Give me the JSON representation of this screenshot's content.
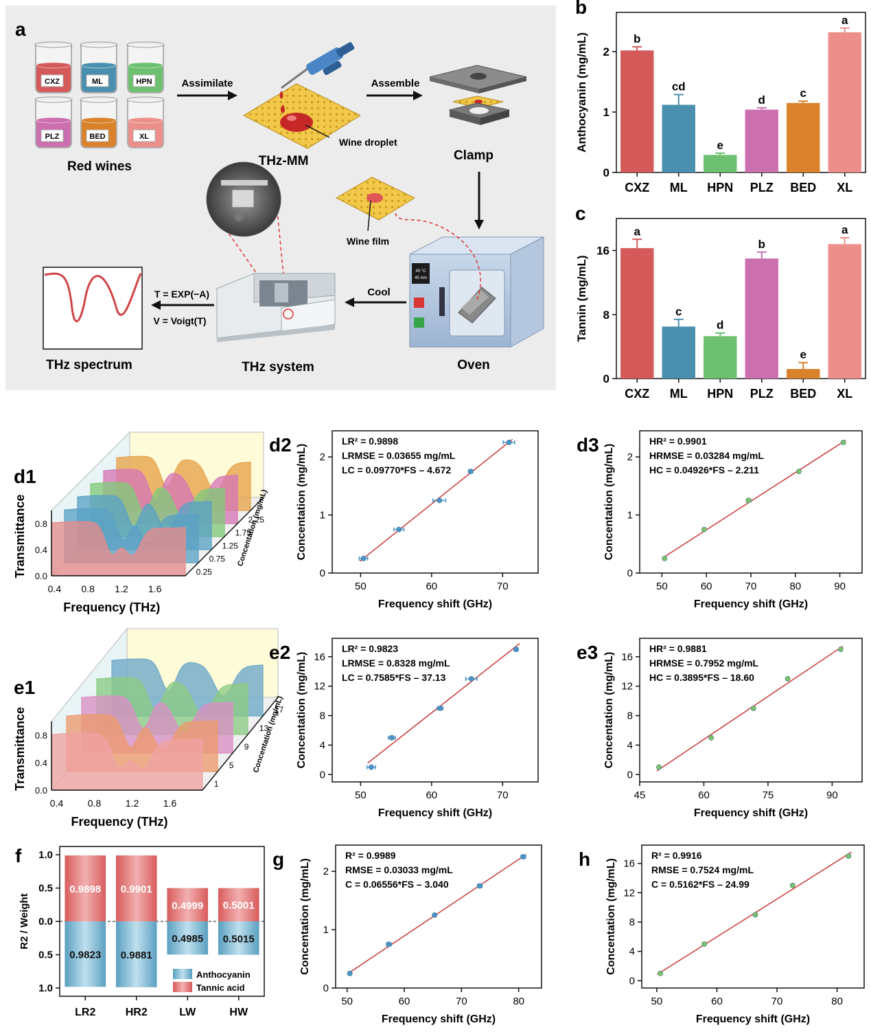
{
  "panels": {
    "a": {
      "letter": "a",
      "wines": [
        "CXZ",
        "ML",
        "HPN",
        "PLZ",
        "BED",
        "XL"
      ],
      "red_wines_label": "Red wines",
      "assimilate_label": "Assimilate",
      "thz_mm_label": "THz-MM",
      "wine_droplet_label": "Wine droplet",
      "assemble_label": "Assemble",
      "clamp_label": "Clamp",
      "wine_film_label": "Wine film",
      "oven_label": "Oven",
      "oven_display": [
        "40 °C",
        "45 min"
      ],
      "cool_label": "Cool",
      "thz_system_label": "THz system",
      "eq1": "T = EXP(−A)",
      "eq2": "V = Voigt(T)",
      "thz_spectrum_label": "THz spectrum"
    },
    "d1": {
      "letter": "d1"
    },
    "e1": {
      "letter": "e1"
    }
  },
  "colors": {
    "cxz": "#d45a5a",
    "ml": "#4a8fad",
    "hpn": "#6cc06f",
    "plz": "#cc6fae",
    "bed": "#d9822b",
    "xl": "#ec8f8a",
    "fit": "#cc4444",
    "blue_pt": "#4a95c8",
    "green_pt": "#7cc36b",
    "bar_red": "#e07a7a",
    "bar_blue": "#6aa9c8"
  },
  "chart_data": [
    {
      "id": "b",
      "letter": "b",
      "type": "bar",
      "categories": [
        "CXZ",
        "ML",
        "HPN",
        "PLZ",
        "BED",
        "XL"
      ],
      "values": [
        2.02,
        1.12,
        0.29,
        1.04,
        1.15,
        2.32
      ],
      "errors": [
        0.06,
        0.17,
        0.03,
        0.03,
        0.03,
        0.07
      ],
      "letters": [
        "b",
        "cd",
        "e",
        "d",
        "c",
        "a"
      ],
      "ylabel": "Anthocyanin (mg/mL)",
      "ylim": [
        0,
        2.65
      ],
      "yticks": [
        0,
        1,
        2
      ]
    },
    {
      "id": "c",
      "letter": "c",
      "type": "bar",
      "categories": [
        "CXZ",
        "ML",
        "HPN",
        "PLZ",
        "BED",
        "XL"
      ],
      "values": [
        16.3,
        6.5,
        5.3,
        15.0,
        1.2,
        16.8
      ],
      "errors": [
        1.1,
        0.9,
        0.4,
        0.8,
        0.8,
        0.8
      ],
      "letters": [
        "a",
        "c",
        "d",
        "b",
        "e",
        "a"
      ],
      "ylabel": "Tannin (mg/mL)",
      "ylim": [
        0,
        20
      ],
      "yticks": [
        0,
        8,
        16
      ]
    },
    {
      "id": "d1",
      "type": "area",
      "xlabel": "Frequency (THz)",
      "ylabel": "Transmittance",
      "zlabel": "Concentation (mg/mL)",
      "xticks": [
        "0.4",
        "0.8",
        "1.2",
        "1.6"
      ],
      "yticks": [
        "0.0",
        "0.4",
        "0.8"
      ],
      "zticks": [
        "0.25",
        "0.75",
        "1.25",
        "1.75",
        "2.25"
      ],
      "layers": [
        {
          "name": "0.25",
          "color": "#e58c8c",
          "dips": [
            0.92,
            1.16
          ]
        },
        {
          "name": "0.75",
          "color": "#5ba1c4",
          "dips": [
            0.9,
            1.2
          ]
        },
        {
          "name": "1.25",
          "color": "#5ba1c4",
          "dips": [
            0.87,
            1.26
          ]
        },
        {
          "name": "1.75",
          "color": "#83c97b",
          "dips": [
            0.84,
            1.3
          ]
        },
        {
          "name": "2.25",
          "color": "#d677b5",
          "dips": [
            0.82,
            1.34
          ]
        },
        {
          "name": "top",
          "color": "#e6a34a",
          "dips": [
            0.8,
            1.38
          ]
        }
      ]
    },
    {
      "id": "d2",
      "letter": "d2",
      "type": "scatter",
      "x": [
        50.4,
        55.4,
        61.1,
        65.5,
        70.9
      ],
      "y": [
        0.25,
        0.75,
        1.25,
        1.75,
        2.25
      ],
      "xerr": [
        0.6,
        0.7,
        0.9,
        0.3,
        0.8
      ],
      "fit": {
        "slope": 0.0977,
        "intercept": -4.672
      },
      "annotations": [
        "LR² = 0.9898",
        "LRMSE = 0.03655 mg/mL",
        "LC = 0.09770*FS – 4.672"
      ],
      "xlabel": "Frequency shift (GHz)",
      "ylabel": "Concentation (mg/mL)",
      "xlim": [
        46,
        75
      ],
      "ylim": [
        0,
        2.45
      ],
      "xticks": [
        50,
        60,
        70
      ],
      "yticks": [
        0,
        1,
        2
      ],
      "point_color": "blue"
    },
    {
      "id": "d3",
      "letter": "d3",
      "type": "scatter",
      "x": [
        50.6,
        59.5,
        69.5,
        80.8,
        90.8
      ],
      "y": [
        0.25,
        0.75,
        1.25,
        1.75,
        2.25
      ],
      "xerr": [
        0.3,
        0.3,
        0.5,
        0.3,
        0.3
      ],
      "fit": {
        "slope": 0.04926,
        "intercept": -2.211
      },
      "annotations": [
        "HR² = 0.9901",
        "HRMSE = 0.03284 mg/mL",
        "HC = 0.04926*FS – 2.211"
      ],
      "xlabel": "Frequency shift (GHz)",
      "ylabel": "Concentation (mg/mL)",
      "xlim": [
        45,
        95
      ],
      "ylim": [
        0,
        2.45
      ],
      "xticks": [
        50,
        60,
        70,
        80,
        90
      ],
      "yticks": [
        0,
        1,
        2
      ],
      "point_color": "green"
    },
    {
      "id": "e1",
      "type": "area",
      "xlabel": "Frequency (THz)",
      "ylabel": "Transmittance",
      "zlabel": "Concentation (mg/mL)",
      "xticks": [
        "0.4",
        "0.8",
        "1.2",
        "1.6"
      ],
      "yticks": [
        "0.0",
        "0.4",
        "0.8"
      ],
      "zticks": [
        "1",
        "5",
        "9",
        "13",
        "17"
      ],
      "layers": [
        {
          "name": "1",
          "color": "#f0a3a3",
          "dips": [
            0.92,
            1.16
          ]
        },
        {
          "name": "5",
          "color": "#ec9a6e",
          "dips": [
            0.88,
            1.22
          ]
        },
        {
          "name": "9",
          "color": "#d98fc4",
          "dips": [
            0.85,
            1.28
          ]
        },
        {
          "name": "13",
          "color": "#8ccb84",
          "dips": [
            0.82,
            1.32
          ]
        },
        {
          "name": "17",
          "color": "#6ba8c8",
          "dips": [
            0.8,
            1.38
          ]
        }
      ]
    },
    {
      "id": "e2",
      "letter": "e2",
      "type": "scatter",
      "x": [
        51.5,
        54.4,
        61.2,
        65.6,
        71.9
      ],
      "y": [
        1,
        5,
        9,
        13,
        17
      ],
      "xerr": [
        0.6,
        0.5,
        0.4,
        0.8,
        0.3
      ],
      "fit": {
        "slope": 0.7585,
        "intercept": -37.13
      },
      "annotations": [
        "LR² = 0.9823",
        "LRMSE = 0.8328 mg/mL",
        "LC = 0.7585*FS – 37.13"
      ],
      "xlabel": "Frequency shift (GHz)",
      "ylabel": "Concentation (mg/mL)",
      "xlim": [
        46,
        75
      ],
      "ylim": [
        -1,
        18.5
      ],
      "xticks": [
        50,
        60,
        70
      ],
      "yticks": [
        0,
        4,
        8,
        12,
        16
      ],
      "point_color": "blue"
    },
    {
      "id": "e3",
      "letter": "e3",
      "type": "scatter",
      "x": [
        49.5,
        61.7,
        71.6,
        79.6,
        92.0
      ],
      "y": [
        1,
        5,
        9,
        13,
        17
      ],
      "xerr": [
        0.3,
        0.3,
        0.3,
        0.3,
        0.3
      ],
      "fit": {
        "slope": 0.3895,
        "intercept": -18.6
      },
      "annotations": [
        "HR² = 0.9881",
        "HRMSE = 0.7952 mg/mL",
        "HC = 0.3895*FS – 18.60"
      ],
      "xlabel": "Frequency shift (GHz)",
      "ylabel": "Concentation (mg/mL)",
      "xlim": [
        45,
        97
      ],
      "ylim": [
        -1,
        18.5
      ],
      "xticks": [
        45,
        60,
        75,
        90
      ],
      "yticks": [
        0,
        4,
        8,
        12,
        16
      ],
      "point_color": "green"
    },
    {
      "id": "f",
      "letter": "f",
      "type": "bar",
      "categories": [
        "LR2",
        "HR2",
        "LW",
        "HW"
      ],
      "series": [
        {
          "name": "Anthocyanin",
          "values": [
            0.9823,
            0.9881,
            0.4985,
            0.5015
          ]
        },
        {
          "name": "Tannic acid",
          "values": [
            0.9898,
            0.9901,
            0.4999,
            0.5001
          ]
        }
      ],
      "value_labels_top": [
        "0.9898",
        "0.9901",
        "0.4999",
        "0.5001"
      ],
      "value_labels_bottom": [
        "0.9823",
        "0.9881",
        "0.4985",
        "0.5015"
      ],
      "ylabel": "R2 / Weight",
      "yticks": [
        "1.0",
        "0.5",
        "0.0",
        "0.5",
        "1.0"
      ],
      "legend_position": "bottom-right"
    },
    {
      "id": "g",
      "letter": "g",
      "type": "scatter",
      "x": [
        50.5,
        57.3,
        65.3,
        73.2,
        80.8
      ],
      "y": [
        0.25,
        0.75,
        1.25,
        1.75,
        2.25
      ],
      "xerr": [
        0.3,
        0.4,
        0.3,
        0.4,
        0.4
      ],
      "fit": {
        "slope": 0.06556,
        "intercept": -3.04
      },
      "annotations": [
        "R² = 0.9989",
        "RMSE = 0.03033 mg/mL",
        "C = 0.06556*FS – 3.040"
      ],
      "xlabel": "Frequency shift (GHz)",
      "ylabel": "Concentation (mg/mL)",
      "xlim": [
        48,
        84
      ],
      "ylim": [
        0,
        2.45
      ],
      "xticks": [
        50,
        60,
        70,
        80
      ],
      "yticks": [
        0,
        1,
        2
      ],
      "point_color": "blue"
    },
    {
      "id": "h",
      "letter": "h",
      "type": "scatter",
      "x": [
        50.6,
        57.9,
        66.4,
        72.6,
        81.9
      ],
      "y": [
        1,
        5,
        9,
        13,
        17
      ],
      "xerr": [
        0.3,
        0.3,
        0.3,
        0.3,
        0.3
      ],
      "fit": {
        "slope": 0.5162,
        "intercept": -24.99
      },
      "annotations": [
        "R² = 0.9916",
        "RMSE = 0.7524 mg/mL",
        "C = 0.5162*FS – 24.99"
      ],
      "xlabel": "Frequency shift (GHz)",
      "ylabel": "Concentation (mg/mL)",
      "xlim": [
        47.5,
        84.5
      ],
      "ylim": [
        -1,
        18.5
      ],
      "xticks": [
        50,
        60,
        70,
        80
      ],
      "yticks": [
        0,
        4,
        8,
        12,
        16
      ],
      "point_color": "green"
    }
  ]
}
